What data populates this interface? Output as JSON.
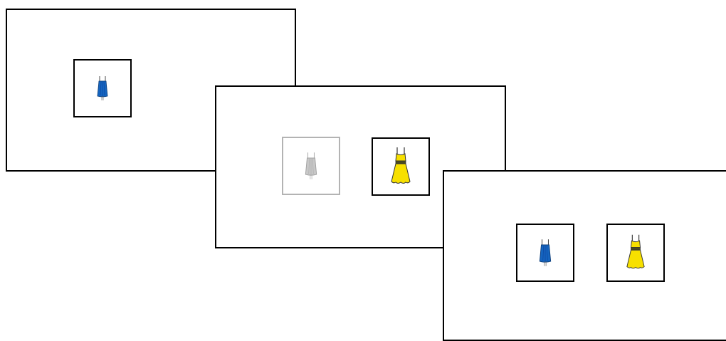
{
  "screens": [
    {
      "id": "screen-1",
      "cards": [
        {
          "item": "dress-icon",
          "color": "#1565c0",
          "faded": false
        }
      ]
    },
    {
      "id": "screen-2",
      "cards": [
        {
          "item": "dress-icon",
          "color": "#c8c8c8",
          "faded": true
        },
        {
          "item": "dress-icon",
          "color": "#f7e000",
          "faded": false
        }
      ]
    },
    {
      "id": "screen-3",
      "cards": [
        {
          "item": "dress-icon",
          "color": "#1565c0",
          "faded": false
        },
        {
          "item": "dress-icon",
          "color": "#f7e000",
          "faded": false
        }
      ]
    }
  ],
  "colors": {
    "blue_dress": "#1565c0",
    "yellow_dress": "#f7e000",
    "grey_dress": "#c8c8c8",
    "frame": "#000000",
    "faded_frame": "#b3b3b3"
  }
}
